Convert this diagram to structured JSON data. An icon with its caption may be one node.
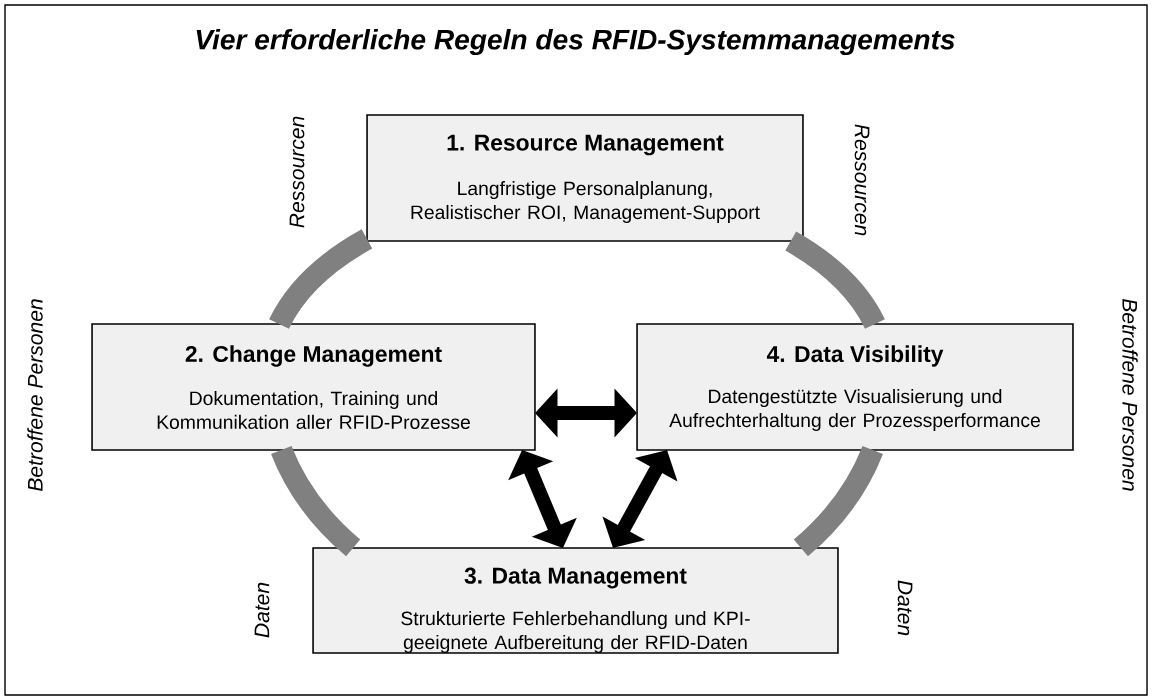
{
  "diagram": {
    "title": "Vier erforderliche Regeln des RFID-Systemmanagements",
    "nodes": [
      {
        "text": [
          "1. Resource Management",
          "Langfristige Personalplanung, Realistischer ROI, Management-Support"
        ]
      },
      {
        "text": [
          "2. Change Management",
          "Dokumentation, Training und Kommunikation aller RFID-Prozesse"
        ]
      },
      {
        "text": [
          "4. Data Visibility",
          "Datengestützte Visualisierung und Aufrechterhaltung der Prozessperformance"
        ]
      },
      {
        "text": [
          "3. Data Management",
          "Strukturierte Fehlerbehandlung und KPI-geeignete Aufbereitung der RFID-Daten"
        ]
      }
    ],
    "edges": [
      {
        "from": 0,
        "to": 1,
        "arrow": "none",
        "color": "#808080"
      },
      {
        "from": 1,
        "to": 3,
        "arrow": "none",
        "color": "#808080"
      },
      {
        "from": 3,
        "to": 2,
        "arrow": "none",
        "color": "#808080"
      },
      {
        "from": 2,
        "to": 0,
        "arrow": "none",
        "color": "#808080"
      },
      {
        "from": 1,
        "to": 2,
        "arrow": "both",
        "color": "#000000"
      },
      {
        "from": 1,
        "to": 3,
        "arrow": "both",
        "color": "#000000"
      },
      {
        "from": 2,
        "to": 3,
        "arrow": "both",
        "color": "#000000"
      }
    ],
    "labels": [
      "Ressourcen",
      "Ressourcen",
      "Betroffene Personen",
      "Betroffene Personen",
      "Daten",
      "Daten"
    ]
  }
}
